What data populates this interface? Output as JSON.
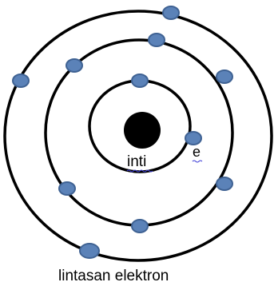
{
  "labels": {
    "nucleus": "inti",
    "electron": "e",
    "orbit": "lintasan elektron"
  },
  "colors": {
    "orbit": "#000000",
    "nucleus": "#000000",
    "electron_fill": "#5b82b8",
    "electron_stroke": "#3f6293",
    "spellcheck_underline": "#3b3bd6"
  },
  "atom": {
    "shells": [
      {
        "name": "inner",
        "electrons": 2
      },
      {
        "name": "middle",
        "electrons": 6
      },
      {
        "name": "outer",
        "electrons": 3
      }
    ]
  }
}
